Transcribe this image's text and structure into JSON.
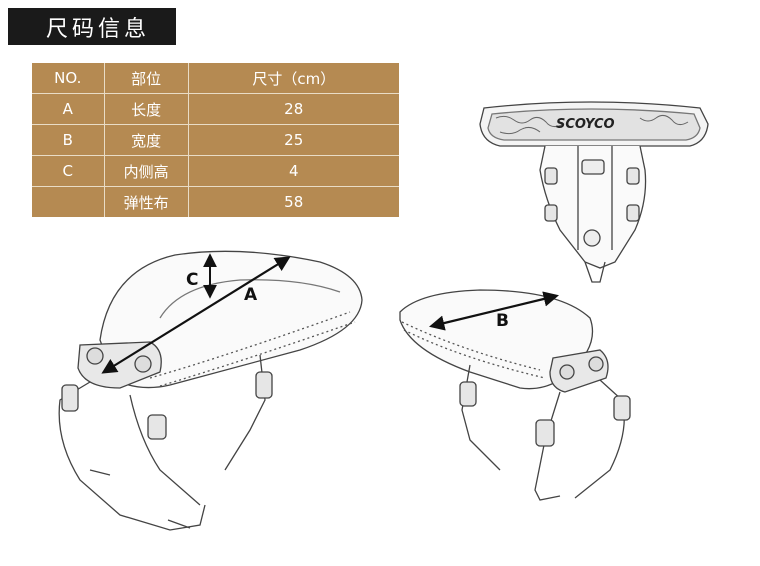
{
  "header": {
    "title": "尺码信息"
  },
  "table": {
    "headers": [
      "NO.",
      "部位",
      "尺寸（cm）"
    ],
    "rows": [
      {
        "no": "A",
        "part": "长度",
        "size": "28"
      },
      {
        "no": "B",
        "part": "宽度",
        "size": "25"
      },
      {
        "no": "C",
        "part": "内侧高",
        "size": "4"
      },
      {
        "no": "",
        "part": "弹性布",
        "size": "58"
      }
    ]
  },
  "figures": {
    "brand_logo": "SCOYCO",
    "labels": {
      "a": "A",
      "b": "B",
      "c": "C"
    }
  },
  "colors": {
    "table_bg": "#b58a52",
    "title_bg": "#1a1a1a"
  }
}
